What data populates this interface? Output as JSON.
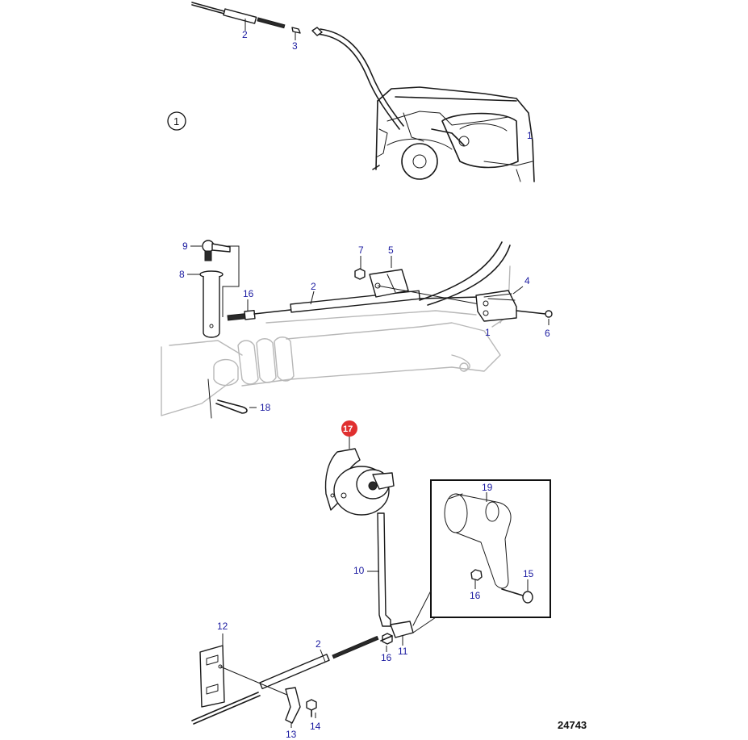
{
  "figure_marker": "1",
  "reference_number": "24743",
  "highlight_color": "#e03030",
  "label_color": "#1a1aa0",
  "callouts": {
    "top_cable": "2",
    "top_clip": "3",
    "top_engine": "1",
    "mid_balljoint": "9",
    "mid_pin": "8",
    "mid_nut_left": "16",
    "mid_cable": "2",
    "mid_nut_top": "7",
    "mid_bracket": "5",
    "mid_clamp": "4",
    "mid_bolt": "6",
    "mid_engine": "1",
    "mid_cotter": "18",
    "actuator": "17",
    "bar": "10",
    "nut_bottom": "16",
    "connector": "11",
    "plate": "12",
    "cable_bottom": "2",
    "bracket_bottom": "13",
    "screw_bottom": "14",
    "inset_lever": "19",
    "inset_nut": "16",
    "inset_screw": "15"
  }
}
